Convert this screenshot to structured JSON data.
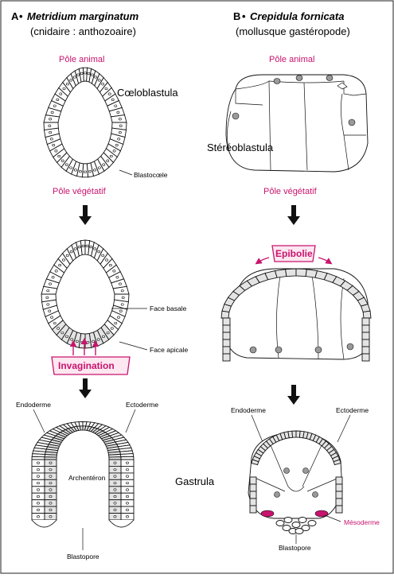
{
  "colors": {
    "accent": "#c8146e",
    "ink": "#111111",
    "cell_grey": "#e4e4e4",
    "nucleus": "#9a9a9a",
    "mesoderm": "#c8146e"
  },
  "panel_a": {
    "letter": "A",
    "bullet": "•",
    "species": "Metridium marginatum",
    "group": "(cnidaire : anthozoaire)",
    "pole_animal": "Pôle animal",
    "pole_vegetatif": "Pôle végétatif",
    "coeloblastula": "Cœloblastula",
    "blastocoele": "Blastocœle",
    "face_basale": "Face basale",
    "face_apicale": "Face apicale",
    "invagination": "Invagination",
    "endoderme": "Endoderme",
    "ectoderme": "Ectoderme",
    "archenteron": "Archentéron",
    "blastopore": "Blastopore"
  },
  "panel_b": {
    "letter": "B",
    "bullet": "•",
    "species": "Crepidula fornicata",
    "group": "(mollusque gastéropode)",
    "pole_animal": "Pôle animal",
    "pole_vegetatif": "Pôle végétatif",
    "stereoblastula": "Stéréoblastula",
    "epibolie": "Epibolie",
    "endoderme": "Endoderme",
    "ectoderme": "Ectoderme",
    "mesoderme": "Mésoderme",
    "blastopore": "Blastopore"
  },
  "gastrula": "Gastrula",
  "icons": {
    "down_arrow": "down-arrow-icon",
    "double_arrow": "double-arrow-icon"
  }
}
